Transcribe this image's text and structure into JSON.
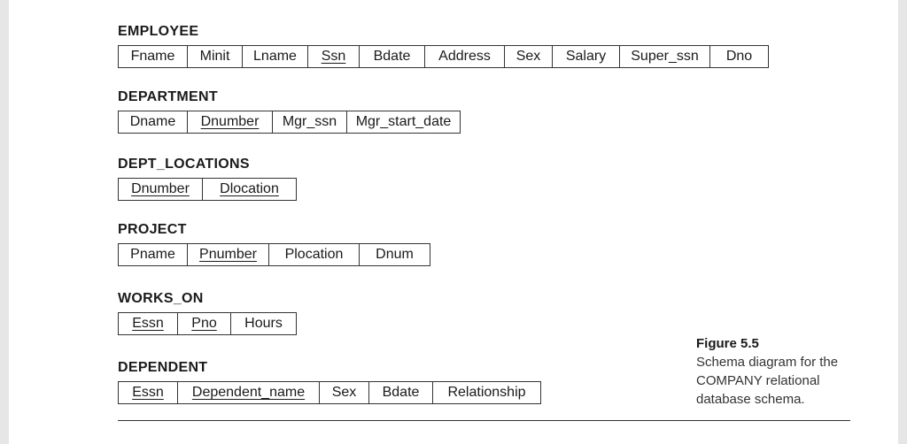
{
  "relations": [
    {
      "name": "EMPLOYEE",
      "attributes": [
        {
          "label": "Fname",
          "key": false
        },
        {
          "label": "Minit",
          "key": false
        },
        {
          "label": "Lname",
          "key": false
        },
        {
          "label": "Ssn",
          "key": true
        },
        {
          "label": "Bdate",
          "key": false
        },
        {
          "label": "Address",
          "key": false
        },
        {
          "label": "Sex",
          "key": false
        },
        {
          "label": "Salary",
          "key": false
        },
        {
          "label": "Super_ssn",
          "key": false
        },
        {
          "label": "Dno",
          "key": false
        }
      ]
    },
    {
      "name": "DEPARTMENT",
      "attributes": [
        {
          "label": "Dname",
          "key": false
        },
        {
          "label": "Dnumber",
          "key": true
        },
        {
          "label": "Mgr_ssn",
          "key": false
        },
        {
          "label": "Mgr_start_date",
          "key": false
        }
      ]
    },
    {
      "name": "DEPT_LOCATIONS",
      "attributes": [
        {
          "label": "Dnumber",
          "key": true
        },
        {
          "label": "Dlocation",
          "key": true
        }
      ]
    },
    {
      "name": "PROJECT",
      "attributes": [
        {
          "label": "Pname",
          "key": false
        },
        {
          "label": "Pnumber",
          "key": true
        },
        {
          "label": "Plocation",
          "key": false
        },
        {
          "label": "Dnum",
          "key": false
        }
      ]
    },
    {
      "name": "WORKS_ON",
      "attributes": [
        {
          "label": "Essn",
          "key": true
        },
        {
          "label": "Pno",
          "key": true
        },
        {
          "label": "Hours",
          "key": false
        }
      ]
    },
    {
      "name": "DEPENDENT",
      "attributes": [
        {
          "label": "Essn",
          "key": true
        },
        {
          "label": "Dependent_name",
          "key": true
        },
        {
          "label": "Sex",
          "key": false
        },
        {
          "label": "Bdate",
          "key": false
        },
        {
          "label": "Relationship",
          "key": false
        }
      ]
    }
  ],
  "caption": {
    "figure_label": "Figure 5.5",
    "lines": [
      "Schema diagram for the",
      "COMPANY relational",
      "database schema."
    ]
  }
}
